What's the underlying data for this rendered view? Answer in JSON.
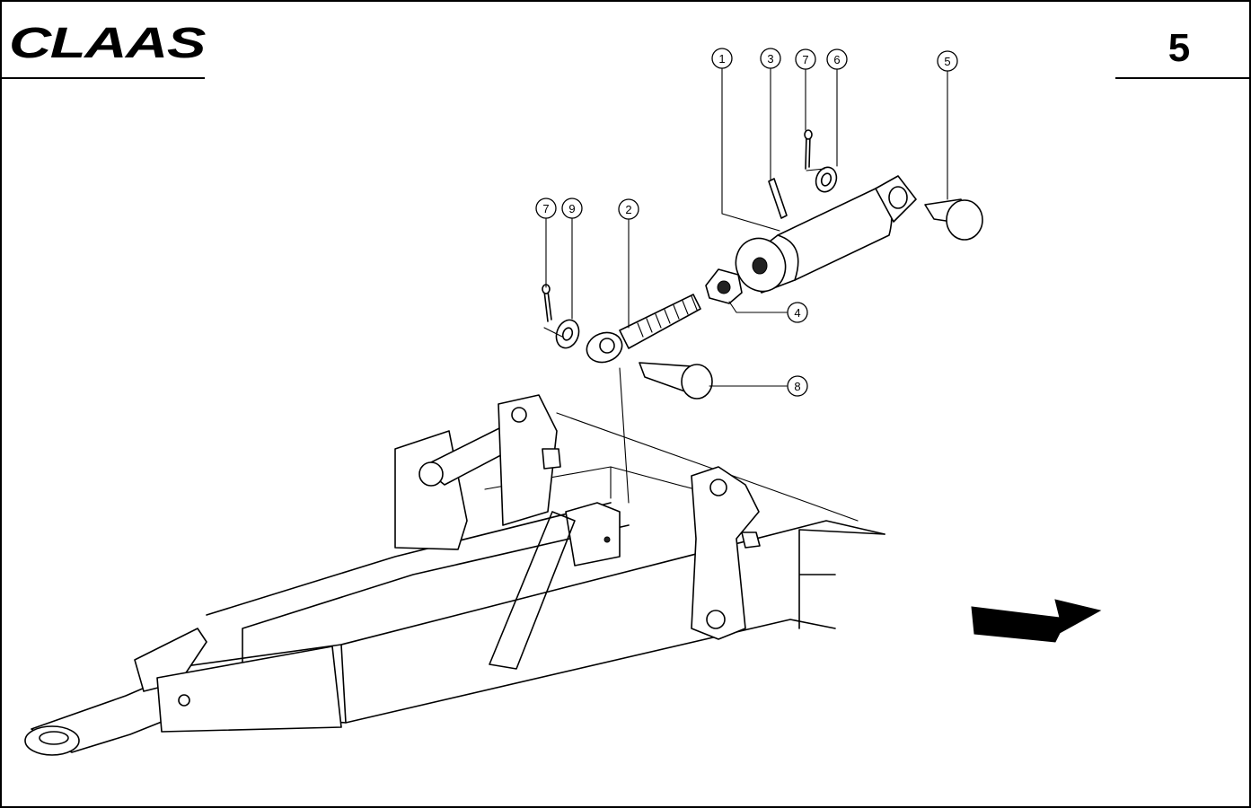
{
  "header": {
    "brand": "CLAAS",
    "page_number": "5"
  },
  "callouts": [
    {
      "id": "c1",
      "label": "1"
    },
    {
      "id": "c3",
      "label": "3"
    },
    {
      "id": "c7a",
      "label": "7"
    },
    {
      "id": "c6",
      "label": "6"
    },
    {
      "id": "c5",
      "label": "5"
    },
    {
      "id": "c7b",
      "label": "7"
    },
    {
      "id": "c9",
      "label": "9"
    },
    {
      "id": "c2",
      "label": "2"
    },
    {
      "id": "c4",
      "label": "4"
    },
    {
      "id": "c8",
      "label": "8"
    }
  ],
  "icons": {
    "direction": "arrow-left-icon"
  }
}
